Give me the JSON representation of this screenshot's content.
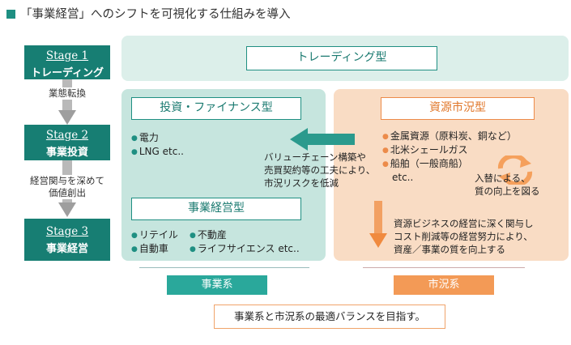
{
  "title": "「事業経営」へのシフトを可視化する仕組みを導入",
  "stages": [
    {
      "label": "Stage 1",
      "name": "トレーディング"
    },
    {
      "label": "Stage 2",
      "name": "事業投資"
    },
    {
      "label": "Stage 3",
      "name": "事業経営"
    }
  ],
  "transitions": [
    "業態転換",
    "経営関与を深めて\n価値創出"
  ],
  "trading_type": "トレーディング型",
  "investment_finance": {
    "title": "投資・ファイナンス型",
    "items": [
      "電力",
      "LNG etc.."
    ]
  },
  "business_mgmt": {
    "title": "事業経営型",
    "items_left": [
      "リテイル",
      "自動車"
    ],
    "items_right": [
      "不動産",
      "ライフサイエンス etc.."
    ]
  },
  "resource_market": {
    "title": "資源市況型",
    "items": [
      "金属資源（原料炭、銅など）",
      "北米シェールガス",
      "船舶（一般商船）",
      "etc.."
    ]
  },
  "arrow_note": "バリューチェーン構築や\n売買契約等の工夫により、\n市況リスクを低減",
  "cycle_note": "入替による、\n質の向上を図る",
  "down_note": "資源ビジネスの経営に深く関与し\nコスト削減等の経営努力により、\n資産／事業の質を向上する",
  "footer": {
    "business": "事業系",
    "market": "市況系",
    "goal": "事業系と市況系の最適バランスを目指す。"
  },
  "colors": {
    "teal": "#177e73",
    "orange": "#ec8b4a"
  }
}
